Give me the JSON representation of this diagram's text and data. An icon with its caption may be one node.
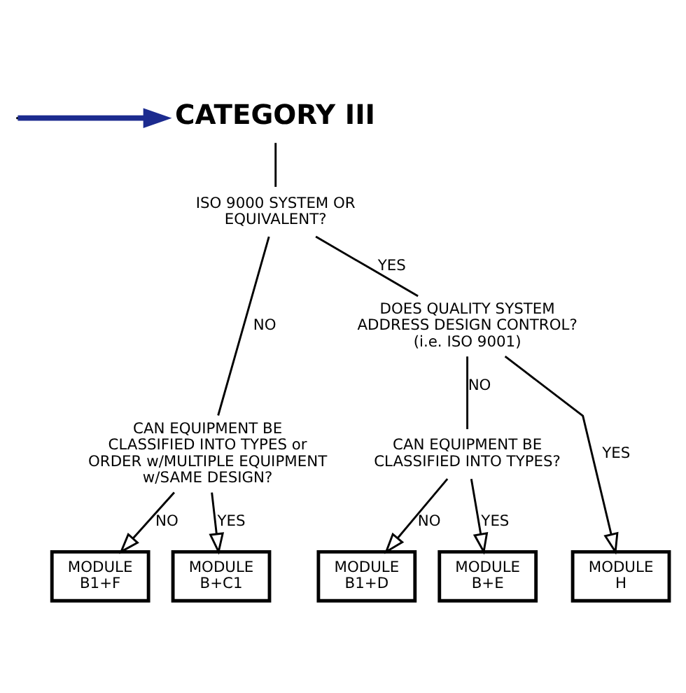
{
  "diagram": {
    "nodes": [
      {
        "text": [
          "CATEGORY III"
        ]
      },
      {
        "text": [
          "ISO 9000 SYSTEM OR EQUIVALENT?"
        ]
      },
      {
        "text": [
          "CAN EQUIPMENT BE CLASSIFIED INTO TYPES or ORDER w/MULTIPLE EQUIPMENT w/SAME DESIGN?"
        ]
      },
      {
        "text": [
          "DOES QUALITY SYSTEM ADDRESS DESIGN CONTROL? (i.e. ISO 9001)"
        ]
      },
      {
        "text": [
          "CAN EQUIPMENT BE CLASSIFIED INTO TYPES?"
        ]
      },
      {
        "text": [
          "MODULE B1+F"
        ]
      },
      {
        "text": [
          "MODULE B+C1"
        ]
      },
      {
        "text": [
          "MODULE B1+D"
        ]
      },
      {
        "text": [
          "MODULE B+E"
        ]
      },
      {
        "text": [
          "MODULE H"
        ]
      }
    ],
    "edges": [
      {
        "from": null,
        "to": 0,
        "arrow": "to",
        "style": "thick",
        "color": "#1c2b8f"
      },
      {
        "from": 0,
        "to": 1,
        "arrow": "none"
      },
      {
        "from": 1,
        "to": 2,
        "arrow": "none",
        "label": "NO"
      },
      {
        "from": 1,
        "to": 3,
        "arrow": "none",
        "label": "YES"
      },
      {
        "from": 2,
        "to": 5,
        "arrow": "to",
        "label": "NO"
      },
      {
        "from": 2,
        "to": 6,
        "arrow": "to",
        "label": "YES"
      },
      {
        "from": 3,
        "to": 4,
        "arrow": "none",
        "label": "NO"
      },
      {
        "from": 3,
        "to": 9,
        "arrow": "to",
        "label": "YES"
      },
      {
        "from": 4,
        "to": 7,
        "arrow": "to",
        "label": "NO"
      },
      {
        "from": 4,
        "to": 8,
        "arrow": "to",
        "label": "YES"
      }
    ]
  }
}
